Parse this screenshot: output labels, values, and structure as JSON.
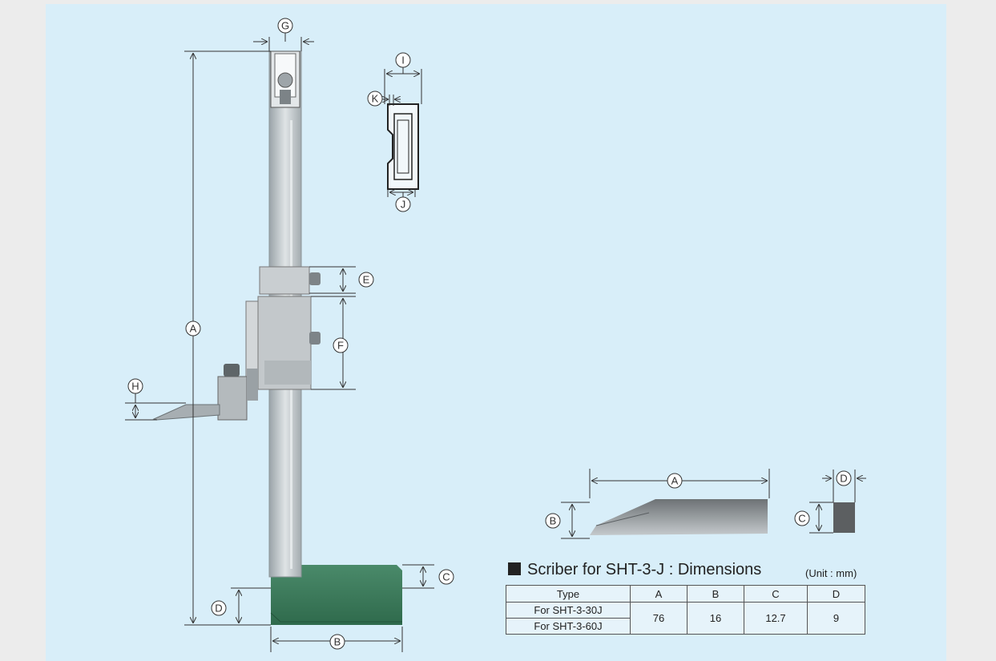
{
  "labels": {
    "A": "A",
    "B": "B",
    "C": "C",
    "D": "D",
    "E": "E",
    "F": "F",
    "G": "G",
    "H": "H",
    "I": "I",
    "J": "J",
    "K": "K"
  },
  "table": {
    "title": "Scriber for SHT-3-J : Dimensions",
    "unit": "(Unit : mm)",
    "headers": [
      "Type",
      "A",
      "B",
      "C",
      "D"
    ],
    "rows": [
      {
        "type": "For SHT-3-30J"
      },
      {
        "type": "For SHT-3-60J"
      }
    ],
    "shared_values": {
      "A": "76",
      "B": "16",
      "C": "12.7",
      "D": "9"
    }
  },
  "colors": {
    "panel": "#d8eef9",
    "base": "#3d7a5c",
    "beam": "#b8c0c4",
    "dimension_line": "#333333"
  }
}
